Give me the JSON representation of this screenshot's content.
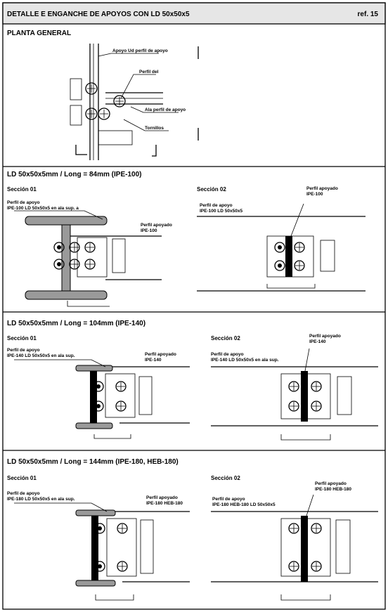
{
  "header": {
    "title": "DETALLE E ENGANCHE DE APOYOS CON LD 50x50x5",
    "sheet_number": "ref. 15"
  },
  "panels": [
    {
      "title": "PLANTA GENERAL",
      "labels": [
        "Apoyo Ud perfil de apoyo",
        "Perfil del",
        "Ala perfil de apoyo",
        "Tornillos"
      ]
    },
    {
      "title": "LD 50x50x5mm / Long = 84mm (IPE-100)",
      "section_a": "Sección 01",
      "section_b": "Sección 02",
      "labels_a": [
        "Perfil de apoyo",
        "IPE-100 LD 50x50x5 en ala sup. a",
        "Perfil apoyado",
        "IPE-100"
      ],
      "labels_b": [
        "Perfil apoyado",
        "IPE-100",
        "Perfil de apoyo",
        "IPE-100 LD 50x50x5"
      ]
    },
    {
      "title": "LD 50x50x5mm / Long = 104mm (IPE-140)",
      "section_a": "Sección 01",
      "section_b": "Sección 02",
      "labels_a": [
        "Perfil de apoyo",
        "IPE-140 LD 50x50x5 en ala sup.",
        "Perfil apoyado",
        "IPE-140"
      ],
      "labels_b": [
        "Perfil apoyado",
        "IPE-140",
        "Perfil de apoyo",
        "IPE-140 LD 50x50x5 en ala sup."
      ]
    },
    {
      "title": "LD 50x50x5mm / Long = 144mm (IPE-180, HEB-180)",
      "section_a": "Sección 01",
      "section_b": "Sección 02",
      "labels_a": [
        "Perfil de apoyo",
        "IPE-180 LD 50x50x5 en ala sup.",
        "Perfil apoyado",
        "IPE-180 HEB-180"
      ],
      "labels_b": [
        "Perfil apoyado",
        "IPE-180 HEB-180",
        "Perfil de apoyo",
        "IPE-180 HEB-180 LD 50x50x5"
      ]
    }
  ]
}
